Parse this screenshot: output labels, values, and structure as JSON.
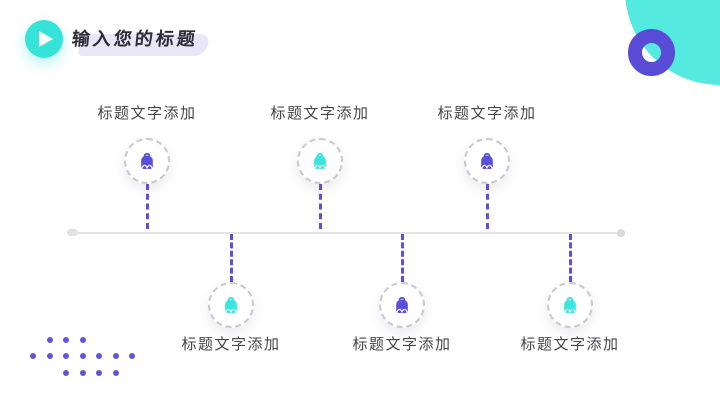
{
  "header": {
    "title": "输入您的标题",
    "play_icon": "play-icon"
  },
  "timeline": {
    "top_nodes": [
      {
        "label": "标题文字添加",
        "icon": "backpack-icon",
        "icon_color": "#5B50D8"
      },
      {
        "label": "标题文字添加",
        "icon": "backpack-icon",
        "icon_color": "#3EE4E0"
      },
      {
        "label": "标题文字添加",
        "icon": "backpack-icon",
        "icon_color": "#5B50D8"
      }
    ],
    "bottom_nodes": [
      {
        "label": "标题文字添加",
        "icon": "backpack-icon",
        "icon_color": "#3EE4E0"
      },
      {
        "label": "标题文字添加",
        "icon": "backpack-icon",
        "icon_color": "#5B50D8"
      },
      {
        "label": "标题文字添加",
        "icon": "backpack-icon",
        "icon_color": "#3EE4E0"
      }
    ]
  },
  "decor": {
    "corner_circle_color": "#55EAE0",
    "ring_color": "#5A4BD6",
    "dots_color": "#5F55D9",
    "dots_pattern": [
      [
        0,
        1,
        1,
        1,
        0,
        0,
        0
      ],
      [
        1,
        1,
        1,
        1,
        1,
        1,
        1
      ],
      [
        0,
        0,
        1,
        1,
        1,
        1,
        0
      ]
    ]
  },
  "colors": {
    "teal": "#36E3D8",
    "purple": "#5B51D8",
    "title_text": "#2E2C39",
    "title_highlight": "#E9E6F8",
    "label_text": "#45454A",
    "timeline_line": "#E4E4E8",
    "circle_border": "#C9C9D0"
  }
}
